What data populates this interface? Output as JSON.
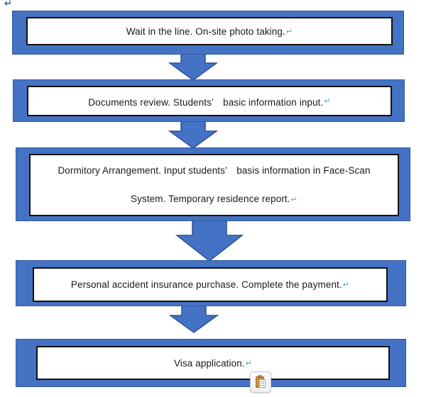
{
  "page": {
    "paragraph_mark": "↵"
  },
  "colors": {
    "shape_blue": "#4472C4",
    "shape_border": "#2F528F",
    "inner_box_border": "#111111",
    "paragraph_mark_blue": "#4BA6C9",
    "top_mark_blue": "#3E6FC1"
  },
  "flowchart": {
    "steps": [
      {
        "text": "Wait in the line. On-site photo taking."
      },
      {
        "text": "Documents review. Students’　basic information input."
      },
      {
        "text_line1": "Dormitory Arrangement. Input students’　basis information in Face-Scan",
        "text_line2": "System. Temporary residence report."
      },
      {
        "text": "Personal accident insurance purchase. Complete the payment."
      },
      {
        "text": "Visa application."
      }
    ]
  },
  "paste_options_button": {
    "icon": "clipboard-paste-icon"
  }
}
